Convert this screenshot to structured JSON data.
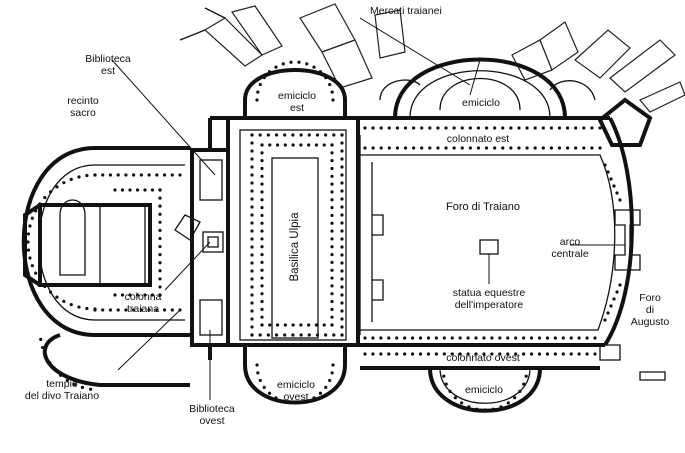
{
  "labels": {
    "mercati": "Mercati traianei",
    "biblioteca_est_1": "Biblioteca",
    "biblioteca_est_2": "est",
    "recinto_1": "recinto",
    "recinto_2": "sacro",
    "emiciclo_est_top_1": "emiciclo",
    "emiciclo_est_top_2": "est",
    "emiciclo_mercati": "emiciclo",
    "colonnato_est": "colonnato est",
    "foro_traiano": "Foro di Traiano",
    "basilica": "Basilica Ulpia",
    "arco_1": "arco",
    "arco_2": "centrale",
    "statua_1": "statua equestre",
    "statua_2": "dell'imperatore",
    "colonna_1": "colonna",
    "colonna_2": "traiana",
    "foro_augusto_1": "Foro",
    "foro_augusto_2": "di",
    "foro_augusto_3": "Augusto",
    "colonnato_ovest": "colonnato ovest",
    "tempio_1": "tempio",
    "tempio_2": "del divo Traiano",
    "emiciclo_ovest_1": "emiciclo",
    "emiciclo_ovest_2": "ovest",
    "biblioteca_ovest_1": "Biblioteca",
    "biblioteca_ovest_2": "ovest",
    "emiciclo_sw": "emiciclo"
  }
}
